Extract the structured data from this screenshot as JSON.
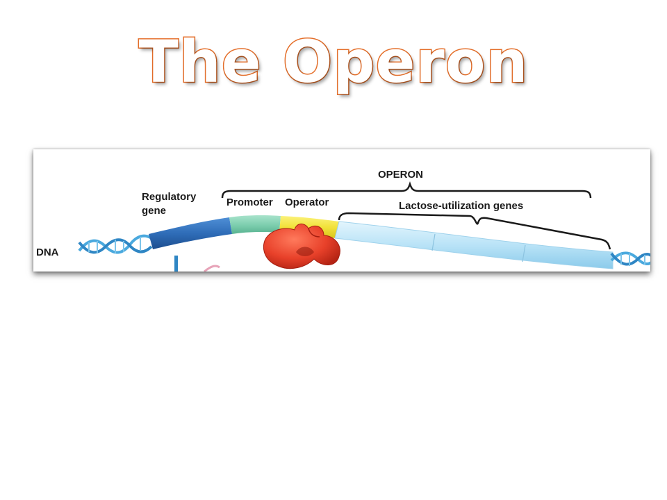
{
  "title": "The Operon",
  "diagram": {
    "labels": {
      "operon": "OPERON",
      "regulatory_gene_line1": "Regulatory",
      "regulatory_gene_line2": "gene",
      "promoter": "Promoter",
      "operator": "Operator",
      "lactose_genes": "Lactose-utilization genes",
      "dna": "DNA"
    },
    "colors": {
      "title_outline": "#e5702c",
      "regulatory_gene": "#2f6db8",
      "promoter": "#7fcfb0",
      "operator": "#f2e23a",
      "lactose_genes": "#b9e3f7",
      "repressor": "#e8412a",
      "dna_helix": "#4aa9de"
    },
    "icons": [
      "dna-helix-left-icon",
      "dna-helix-right-icon",
      "repressor-protein-icon"
    ]
  }
}
